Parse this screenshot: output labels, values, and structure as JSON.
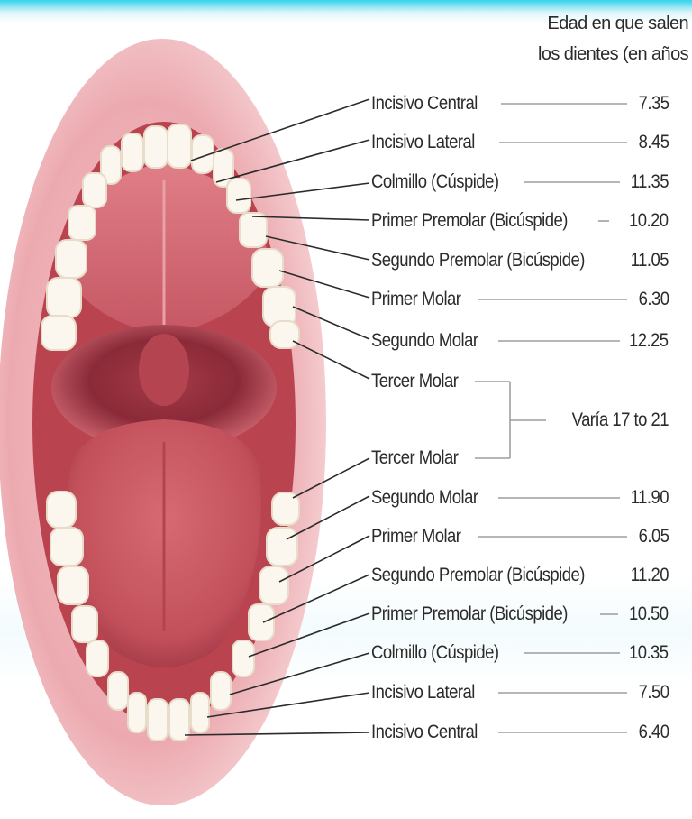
{
  "header": {
    "line1": "Edad en que salen",
    "line2": "los dientes (en años"
  },
  "upper_teeth": [
    {
      "label": "Incisivo Central",
      "age": "7.35"
    },
    {
      "label": "Incisivo Lateral",
      "age": "8.45"
    },
    {
      "label": "Colmillo (Cúspide)",
      "age": "11.35"
    },
    {
      "label": "Primer Premolar (Bicúspide)",
      "age": "10.20"
    },
    {
      "label": "Segundo Premolar (Bicúspide)",
      "age": "11.05"
    },
    {
      "label": "Primer Molar",
      "age": "6.30"
    },
    {
      "label": "Segundo Molar",
      "age": "12.25"
    },
    {
      "label": "Tercer Molar",
      "age": ""
    }
  ],
  "third_molar_range": "Varía  17 to 21",
  "lower_teeth": [
    {
      "label": "Tercer Molar",
      "age": ""
    },
    {
      "label": "Segundo Molar",
      "age": "11.90"
    },
    {
      "label": "Primer Molar",
      "age": "6.05"
    },
    {
      "label": "Segundo Premolar (Bicúspide)",
      "age": "11.20"
    },
    {
      "label": "Primer Premolar (Bicúspide)",
      "age": "10.50"
    },
    {
      "label": "Colmillo (Cúspide)",
      "age": "10.35"
    },
    {
      "label": "Incisivo Lateral",
      "age": "7.50"
    },
    {
      "label": "Incisivo Central",
      "age": "6.40"
    }
  ],
  "colors": {
    "lip": "#ecaab0",
    "throat": "#8a2a38",
    "tongue": "#c95560",
    "tooth": "#fbf7ee",
    "line": "#2b2b2b"
  }
}
